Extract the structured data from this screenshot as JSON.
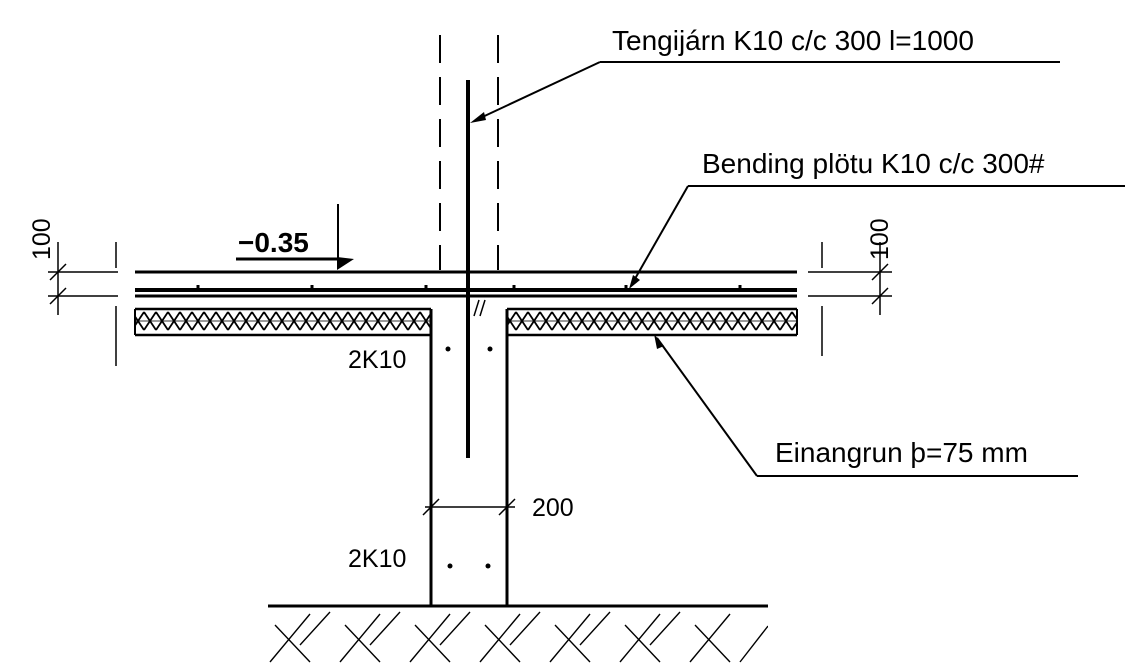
{
  "labels": {
    "dowel_bars": "Tengijárn K10 c/c 300 l=1000",
    "slab_reinforcement": "Bending plötu K10 c/c 300#",
    "insulation": "Einangrun þ=75 mm",
    "slab_level": "−0.35",
    "slab_thickness_left": "100",
    "slab_thickness_right": "100",
    "wall_width": "200",
    "rebar_upper": "2K10",
    "rebar_lower": "2K10"
  },
  "colors": {
    "ink": "#000000",
    "paper": "#ffffff"
  }
}
